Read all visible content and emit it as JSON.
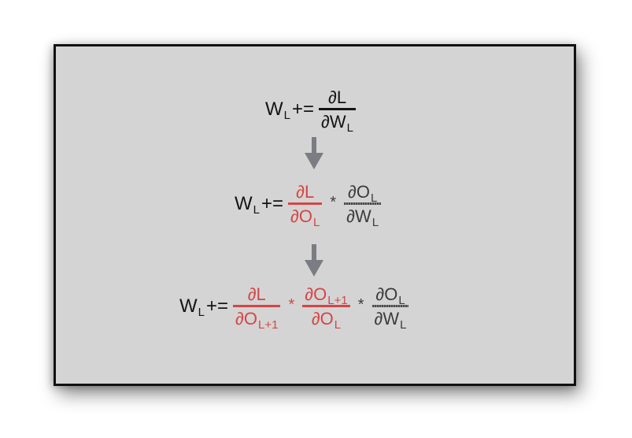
{
  "colors": {
    "panel_bg": "#d4d4d4",
    "border": "#111111",
    "text": "#141414",
    "highlight": "#d64545",
    "arrow": "#7c7c84"
  },
  "equations": [
    {
      "lhs_w": "W",
      "lhs_sub": "L",
      "op": "+=",
      "f1_num": "∂L",
      "f1_den": "∂W",
      "f1_den_sub": "L"
    },
    {
      "lhs_w": "W",
      "lhs_sub": "L",
      "op": "+=",
      "f1_num": "∂L",
      "f1_den": "∂O",
      "f1_den_sub": "L",
      "times": "*",
      "f2_num": "∂O",
      "f2_num_sub": "L",
      "f2_den": "∂W",
      "f2_den_sub": "L"
    },
    {
      "lhs_w": "W",
      "lhs_sub": "L",
      "op": "+=",
      "f1_num": "∂L",
      "f1_den": "∂O",
      "f1_den_sub": "L+1",
      "times1": "*",
      "f2_num": "∂O",
      "f2_num_sub": "L+1",
      "f2_den": "∂O",
      "f2_den_sub": "L",
      "times2": "*",
      "f3_num": "∂O",
      "f3_num_sub": "L",
      "f3_den": "∂W",
      "f3_den_sub": "L"
    }
  ],
  "arrows": [
    {
      "icon": "arrow-down-icon"
    },
    {
      "icon": "arrow-down-icon"
    }
  ]
}
